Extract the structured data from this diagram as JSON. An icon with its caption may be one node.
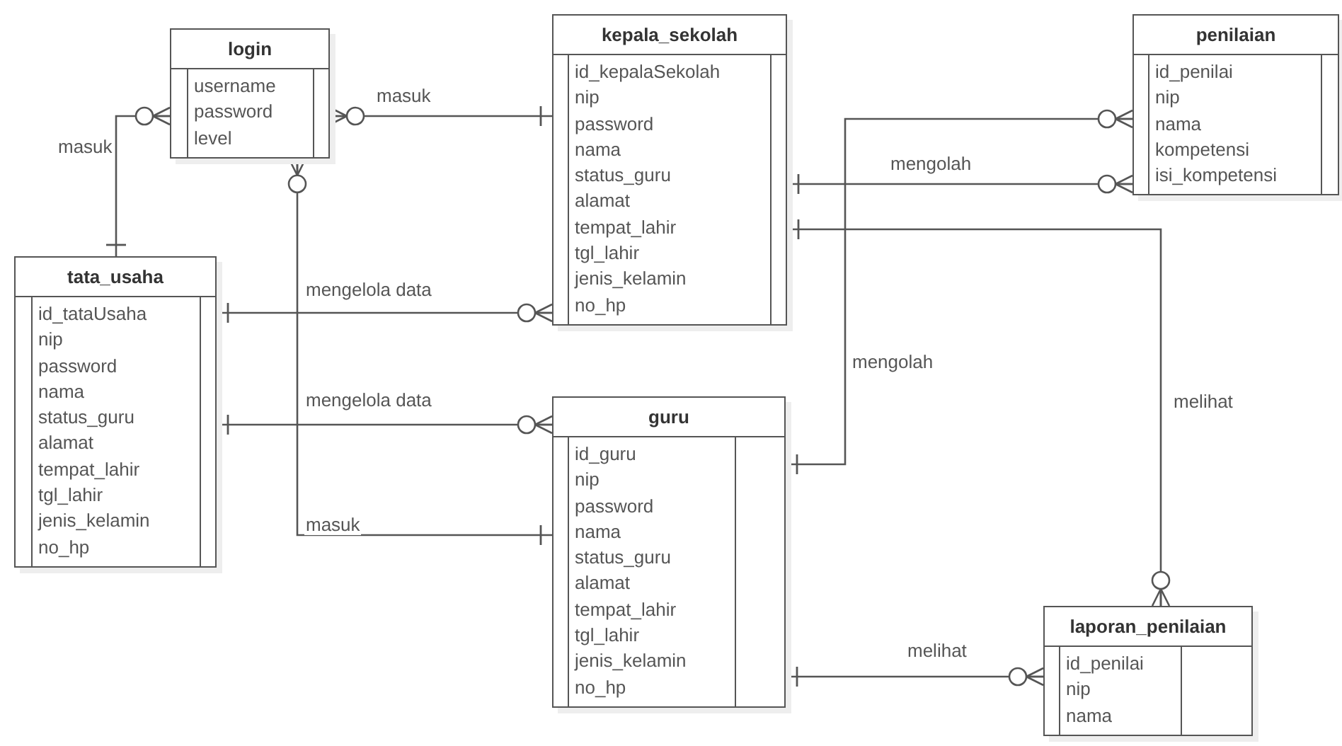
{
  "diagram": {
    "nodes": [
      {
        "text": [
          "login",
          "username",
          "password",
          "level"
        ]
      },
      {
        "text": [
          "kepala_sekolah",
          "id_kepalaSekolah",
          "nip",
          "password",
          "nama",
          "status_guru",
          "alamat",
          "tempat_lahir",
          "tgl_lahir",
          "jenis_kelamin",
          "no_hp"
        ]
      },
      {
        "text": [
          "penilaian",
          "id_penilai",
          "nip",
          "nama",
          "kompetensi",
          "isi_kompetensi"
        ]
      },
      {
        "text": [
          "tata_usaha",
          "id_tataUsaha",
          "nip",
          "password",
          "nama",
          "status_guru",
          "alamat",
          "tempat_lahir",
          "tgl_lahir",
          "jenis_kelamin",
          "no_hp"
        ]
      },
      {
        "text": [
          "guru",
          "id_guru",
          "nip",
          "password",
          "nama",
          "status_guru",
          "alamat",
          "tempat_lahir",
          "tgl_lahir",
          "jenis_kelamin",
          "no_hp"
        ]
      },
      {
        "text": [
          "laporan_penilaian",
          "id_penilai",
          "nip",
          "nama"
        ]
      }
    ],
    "edges": [
      {
        "from": 3,
        "to": 0,
        "arrow": "other",
        "label": "masuk"
      },
      {
        "from": 1,
        "to": 0,
        "arrow": "other",
        "label": "masuk"
      },
      {
        "from": 4,
        "to": 0,
        "arrow": "other",
        "label": "masuk"
      },
      {
        "from": 3,
        "to": 1,
        "arrow": "other",
        "label": "mengelola data"
      },
      {
        "from": 3,
        "to": 4,
        "arrow": "other",
        "label": "mengelola data"
      },
      {
        "from": 1,
        "to": 2,
        "arrow": "other",
        "label": "mengolah"
      },
      {
        "from": 4,
        "to": 2,
        "arrow": "other",
        "label": "mengolah"
      },
      {
        "from": 1,
        "to": 5,
        "arrow": "other",
        "label": "melihat"
      },
      {
        "from": 4,
        "to": 5,
        "arrow": "other",
        "label": "melihat"
      }
    ]
  }
}
